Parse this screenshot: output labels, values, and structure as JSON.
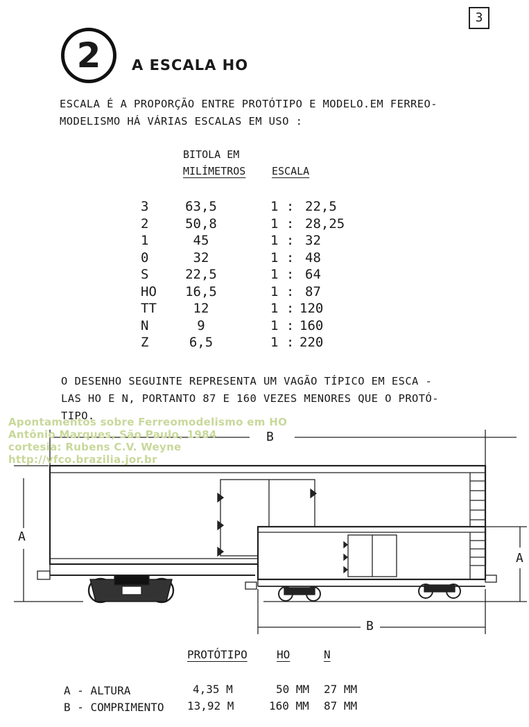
{
  "page_number": "3",
  "chapter": {
    "number": "2",
    "title": "A ESCALA HO"
  },
  "intro": [
    "ESCALA É A PROPORÇÃO ENTRE PROTÓTIPO E MODELO.EM FERREO-",
    "MODELISMO HÁ VÁRIAS ESCALAS EM USO :"
  ],
  "scale_table": {
    "header_gauge_line1": "BITOLA EM",
    "header_gauge_line2": "MILÍMETROS",
    "header_scale": "ESCALA",
    "names": [
      "3",
      "2",
      "1",
      "0",
      "S",
      "HO",
      "TT",
      "N",
      "Z"
    ],
    "gauges": [
      "63,5",
      "50,8",
      "45",
      "32",
      "22,5",
      "16,5",
      "12",
      "9",
      "6,5"
    ],
    "ratio_prefix": "1 :",
    "ratios": [
      "22,5",
      "28,25",
      "32",
      "48",
      "64",
      "87",
      "120",
      "160",
      "220"
    ]
  },
  "drawing_text": [
    "O DESENHO SEGUINTE REPRESENTA  UM VAGÃO TÍPICO EM ESCA -",
    "LAS HO E N, PORTANTO 87 E 160 VEZES MENORES QUE O PROTÓ-",
    "TIPO."
  ],
  "watermark": [
    "Apontamentos sobre Ferreomodelismo em HO",
    "Antônio Marques, São Paulo, 1984",
    "cortesia: Rubens C.V. Weyne",
    "http://vfco.brazilia.jor.br"
  ],
  "diagram_labels": {
    "a_left": "A",
    "a_right": "A",
    "b_top": "B",
    "b_bottom": "B"
  },
  "measurements": {
    "headers": {
      "prototype": "PROTÓTIPO",
      "ho": "HO",
      "n": "N"
    },
    "rows": [
      {
        "label": "A - ALTURA",
        "prototype": "4,35 M",
        "ho": "50 MM",
        "n": "27 MM"
      },
      {
        "label": "B - COMPRIMENTO",
        "prototype": "13,92 M",
        "ho": "160 MM",
        "n": "87 MM"
      }
    ]
  }
}
